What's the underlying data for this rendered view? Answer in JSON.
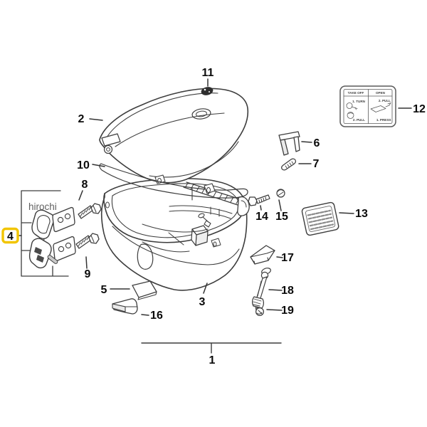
{
  "diagram": {
    "watermark": "hirochi",
    "background": "#ffffff",
    "line_color": "#3d3d3d",
    "highlight": {
      "part": "4",
      "color": "#f2c500"
    }
  },
  "labels": {
    "p1": "1",
    "p2": "2",
    "p3": "3",
    "p4": "4",
    "p5": "5",
    "p6": "6",
    "p7": "7",
    "p8": "8",
    "p9": "9",
    "p10": "10",
    "p11": "11",
    "p12": "12",
    "p13": "13",
    "p14": "14",
    "p15": "15",
    "p16": "16",
    "p17": "17",
    "p18": "18",
    "p19": "19"
  },
  "instruction_sticker": {
    "columns": [
      {
        "header": "TAKE OFF",
        "steps": [
          "1. TURN",
          "2. PULL"
        ]
      },
      {
        "header": "OPEN",
        "steps": [
          "2. PULL",
          "1. PRESS"
        ]
      }
    ]
  }
}
